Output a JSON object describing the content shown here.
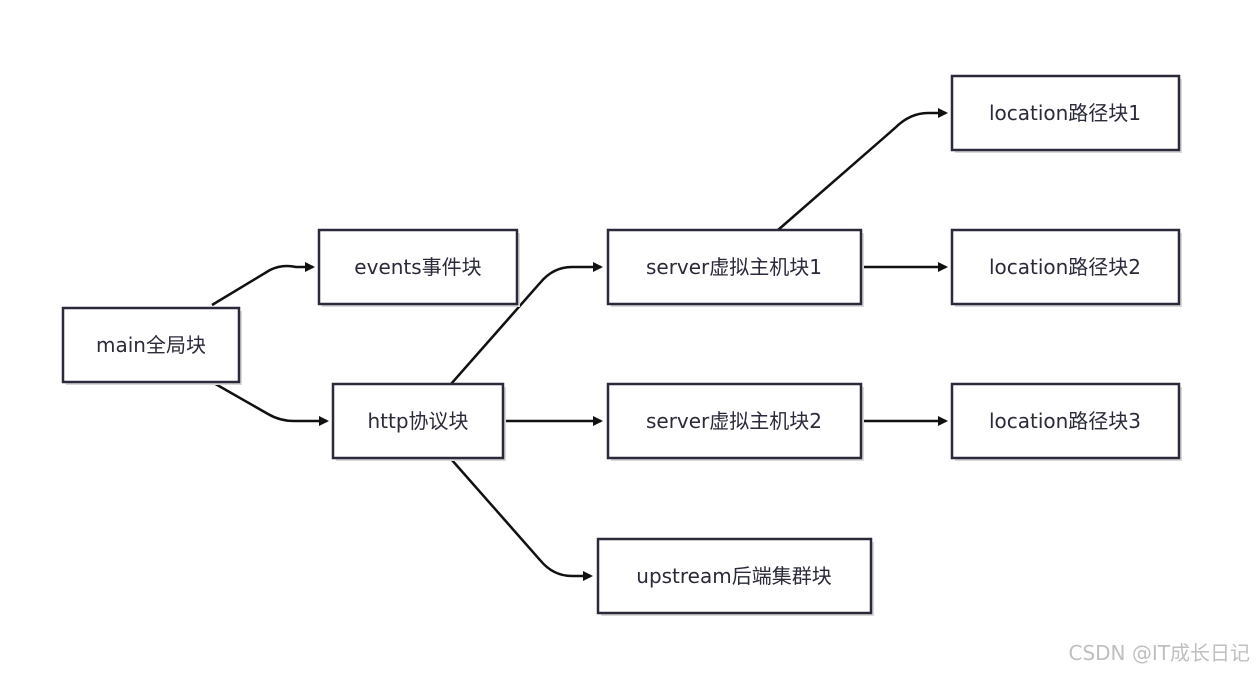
{
  "nodes": {
    "main": "main全局块",
    "events": "events事件块",
    "http": "http协议块",
    "server1": "server虚拟主机块1",
    "server2": "server虚拟主机块2",
    "upstream": "upstream后端集群块",
    "location1": "location路径块1",
    "location2": "location路径块2",
    "location3": "location路径块3"
  },
  "edges": [
    {
      "from": "main",
      "to": "events"
    },
    {
      "from": "main",
      "to": "http"
    },
    {
      "from": "http",
      "to": "server1"
    },
    {
      "from": "http",
      "to": "server2"
    },
    {
      "from": "http",
      "to": "upstream"
    },
    {
      "from": "server1",
      "to": "location1"
    },
    {
      "from": "server1",
      "to": "location2"
    },
    {
      "from": "server2",
      "to": "location3"
    }
  ],
  "watermark": "CSDN @IT成长日记"
}
